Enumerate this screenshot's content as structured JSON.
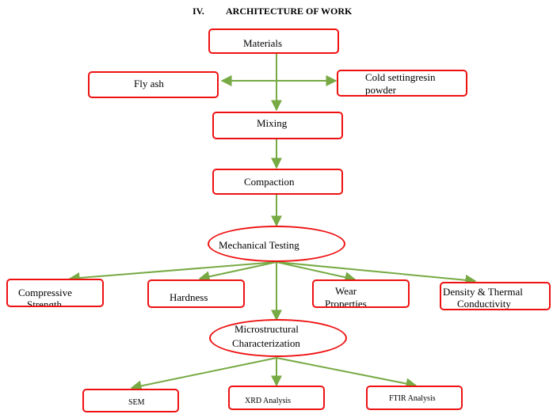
{
  "heading": {
    "number": "IV.",
    "title": "ARCHITECTURE OF WORK"
  },
  "nodes": {
    "materials": "Materials",
    "fly_ash": "Fly ash",
    "resin_line1": "Cold settingresin",
    "resin_line2": "powder",
    "mixing": "Mixing",
    "compaction": "Compaction",
    "mechanical_testing": "Mechanical Testing",
    "compressive_line1": "Compressive",
    "compressive_line2": "Strength",
    "hardness": "Hardness",
    "wear_line1": "Wear",
    "wear_line2": "Properties",
    "density_line1": "Density & Thermal",
    "density_line2": "Conductivity",
    "micro_line1": "Microstructural",
    "micro_line2": "Characterization",
    "sem": "SEM",
    "xrd": "XRD Analysis",
    "ftir": "FTIR Analysis"
  },
  "colors": {
    "box_border": "#ee1111",
    "arrow": "#77aa44"
  }
}
